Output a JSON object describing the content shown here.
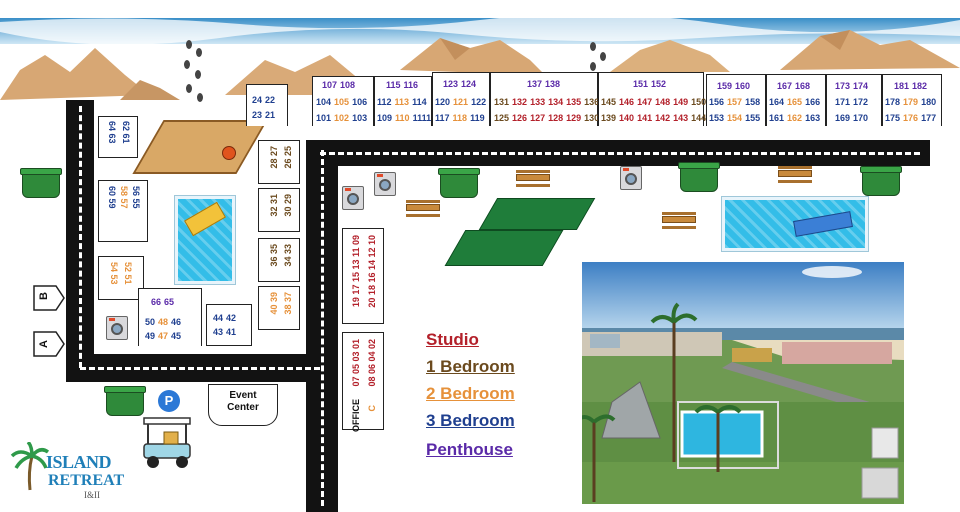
{
  "buildings": {
    "b107": {
      "top": [
        "107",
        "108"
      ],
      "row1": [
        "104",
        "105",
        "106"
      ],
      "row2": [
        "101",
        "102",
        "103"
      ]
    },
    "b115": {
      "top": [
        "115",
        "116"
      ],
      "row1": [
        "112",
        "113",
        "114"
      ],
      "row2": [
        "109",
        "110",
        "1111"
      ]
    },
    "b123": {
      "top": [
        "123",
        "124"
      ],
      "row1": [
        "120",
        "121",
        "122"
      ],
      "row2": [
        "117",
        "118",
        "119"
      ]
    },
    "b137": {
      "top": [
        "137",
        "138"
      ],
      "row1": [
        "131",
        "132",
        "133",
        "134",
        "135",
        "136"
      ],
      "row2": [
        "125",
        "126",
        "127",
        "128",
        "129",
        "130"
      ]
    },
    "b151": {
      "top": [
        "151",
        "152"
      ],
      "row1": [
        "145",
        "146",
        "147",
        "148",
        "149",
        "150"
      ],
      "row2": [
        "139",
        "140",
        "141",
        "142",
        "143",
        "144"
      ]
    },
    "b159": {
      "top": [
        "159",
        "160"
      ],
      "row1": [
        "156",
        "157",
        "158"
      ],
      "row2": [
        "153",
        "154",
        "155"
      ]
    },
    "b167": {
      "top": [
        "167",
        "168"
      ],
      "row1": [
        "164",
        "165",
        "166"
      ],
      "row2": [
        "161",
        "162",
        "163"
      ]
    },
    "b173": {
      "top": [
        "173",
        "174"
      ],
      "row1": [
        "171",
        "172"
      ],
      "row2": [
        "169",
        "170"
      ]
    },
    "b181": {
      "top": [
        "181",
        "182"
      ],
      "row1": [
        "178",
        "179",
        "180"
      ],
      "row2": [
        "175",
        "176",
        "177"
      ]
    },
    "b24": {
      "row1": [
        "24",
        "22"
      ],
      "row2": [
        "23",
        "21"
      ]
    },
    "b64": {
      "col1": "64 63",
      "col2": "62 61"
    },
    "b60": {
      "col1": "60 59",
      "col2": "58 57",
      "col3": "56 55"
    },
    "b54": {
      "col1": "54 53",
      "col2": "52 51"
    },
    "b66": {
      "top": [
        "66",
        "65"
      ],
      "row1": [
        "50",
        "48",
        "46"
      ],
      "row2": [
        "49",
        "47",
        "45"
      ]
    },
    "b44": {
      "row1": [
        "44",
        "42"
      ],
      "row2": [
        "43",
        "41"
      ]
    },
    "b26": {
      "col1": "26 25",
      "col2": "28 27"
    },
    "b30": {
      "col1": "30 29",
      "col2": "32 31"
    },
    "b34": {
      "col1": "34 33",
      "col2": "36 35"
    },
    "b38": {
      "col1": "38 37",
      "col2": "40 39"
    },
    "b20": {
      "col1": "20 18 16 14 12 10",
      "col2": "19 17 15 13 11 09"
    },
    "b08": {
      "col1": "08 06 04 02",
      "col1_letter": "C",
      "col2": "07 05 03 01",
      "col2_office": "OFFICE"
    }
  },
  "sign_a": "A",
  "sign_b": "B",
  "event_center": "Event Center",
  "parking": "P",
  "legend": {
    "studio": "Studio",
    "one_bedroom": "1 Bedroom",
    "two_bedroom": "2 Bedroom",
    "three_bedroom": "3 Bedroom",
    "penthouse": "Penthouse"
  },
  "colors": {
    "studio": "#b3202a",
    "one_bedroom": "#6b4a1e",
    "two_bedroom": "#e6913a",
    "three_bedroom": "#1f3f8f",
    "penthouse": "#5a2aa8"
  },
  "logo": {
    "line1": "ISLAND",
    "line2": "RETREAT",
    "line3": "I&II"
  },
  "icons": [
    "footprints-icon",
    "basketball-icon",
    "dumpster-icon",
    "washer-icon",
    "picnic-table-icon",
    "parking-icon",
    "golf-cart-icon",
    "palm-tree-icon"
  ]
}
